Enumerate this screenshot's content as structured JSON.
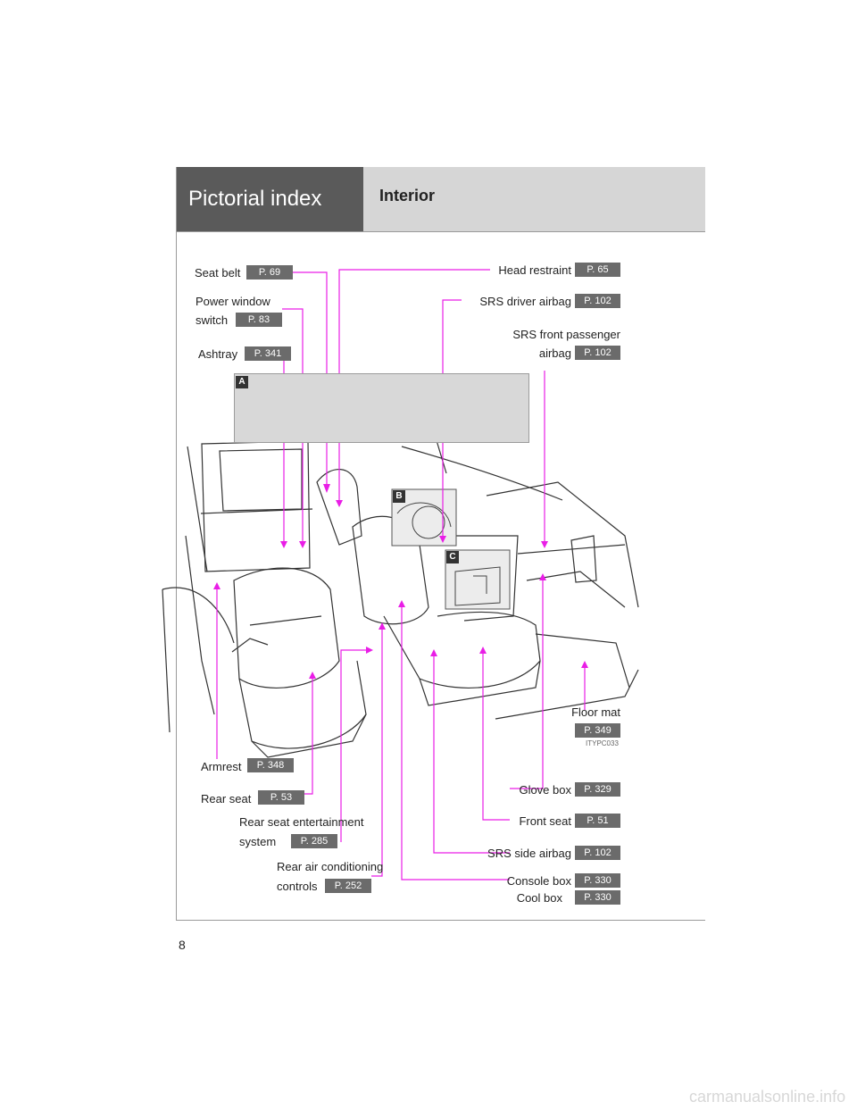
{
  "header": {
    "section_title": "Pictorial index",
    "page_title": "Interior"
  },
  "figure": {
    "image_code": "ITYPC033",
    "inset_tags": [
      "A",
      "B",
      "C"
    ]
  },
  "callouts": {
    "seat_belt": {
      "label": "Seat belt",
      "page": "P. 69"
    },
    "power_window": {
      "label_line1": "Power window",
      "label_line2": "switch",
      "page": "P. 83"
    },
    "ashtray": {
      "label": "Ashtray",
      "page": "P. 341"
    },
    "head_restraint": {
      "label": "Head restraint",
      "page": "P. 65"
    },
    "srs_driver": {
      "label": "SRS driver airbag",
      "page": "P. 102"
    },
    "srs_passenger": {
      "label_line1": "SRS front passenger",
      "label_line2": "airbag",
      "page": "P. 102"
    },
    "floor_mat": {
      "label": "Floor mat",
      "page": "P. 349"
    },
    "armrest": {
      "label": "Armrest",
      "page": "P. 348"
    },
    "rear_seat": {
      "label": "Rear seat",
      "page": "P. 53"
    },
    "rear_ent": {
      "label_line1": "Rear seat entertainment",
      "label_line2": "system",
      "page": "P. 285"
    },
    "rear_ac": {
      "label_line1": "Rear air conditioning",
      "label_line2": "controls",
      "page": "P. 252"
    },
    "glove_box": {
      "label": "Glove box",
      "page": "P. 329"
    },
    "front_seat": {
      "label": "Front seat",
      "page": "P. 51"
    },
    "srs_side": {
      "label": "SRS side airbag",
      "page": "P. 102"
    },
    "console_box": {
      "label": "Console box",
      "page": "P. 330"
    },
    "cool_box": {
      "label": "Cool box",
      "page": "P. 330"
    }
  },
  "colors": {
    "leader": "#e91ee6",
    "header_dark": "#5a5a5a",
    "header_light": "#d6d6d6",
    "page_tag": "#6b6b6b"
  },
  "page_number": "8",
  "footer": {
    "watermark": "carmanualsonline.info"
  }
}
